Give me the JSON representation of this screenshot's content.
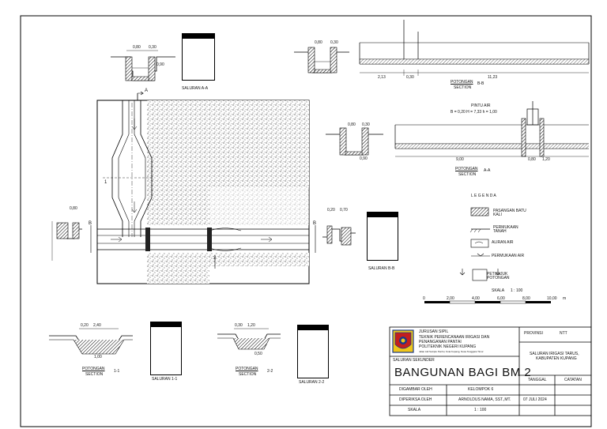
{
  "drawing": {
    "sections": {
      "a_a": {
        "label": "SALURAN A-A",
        "dims": [
          "0,80",
          "0,30",
          "0,90"
        ]
      },
      "top_right": {
        "dims": [
          "0,80",
          "0,30"
        ],
        "potongan": "POTONGAN",
        "section": "SECTION",
        "suffix": "B-B",
        "span": [
          "2,13",
          "0,30",
          "11,23"
        ]
      },
      "mid_right": {
        "pintu_air": "PINTU AIR",
        "pintu_vals": "B = 0,20   H = 7,33   h = 1,00",
        "dims": [
          "0,80",
          "0,30"
        ],
        "bottom": [
          "0,90",
          "0,80",
          "1,20"
        ],
        "span": "9,00",
        "potongan": "POTONGAN",
        "section": "SECTION",
        "suffix": "A-A"
      },
      "left": {
        "dims": [
          "0,80"
        ]
      },
      "bb": {
        "label": "SALURAN B-B",
        "dims": [
          "0,20",
          "0,70"
        ]
      },
      "one": {
        "potongan": "POTONGAN",
        "section": "SECTION",
        "suffix": "1-1",
        "dims": [
          "0,20",
          "2,40",
          "1,00"
        ],
        "label": "SALURAN 1-1"
      },
      "two": {
        "potongan": "POTONGAN",
        "section": "SECTION",
        "suffix": "2-2",
        "dims": [
          "0,30",
          "1,20",
          "0,50"
        ],
        "label": "SALURAN 2-2"
      }
    },
    "plan_labels": {
      "a": "A",
      "b": "B",
      "one": "1",
      "two": "2"
    },
    "legend": {
      "title": "L E G E N D A",
      "items": [
        "PASANGAN BATU KALI",
        "PERMUKAAN TANAH",
        "ALIRAN AIR",
        "PERMUKAAN AIR",
        "PETUNJUK POTONGAN"
      ]
    },
    "scale": {
      "label": "SKALA",
      "value": "1 : 100",
      "ticks": [
        "0",
        "2,00",
        "4,00",
        "6,00",
        "8,00",
        "10,00"
      ],
      "unit": "m"
    }
  },
  "title_block": {
    "institution": [
      "JURUSAN SIPIL",
      "TEKNIK PERENCANAAN IRIGASI DAN",
      "PENANGANAN PANTAI",
      "POLITEKNIK NEGERI KUPANG"
    ],
    "address": "Jalan Adi Sucipto Penfui, Kota Kupang, Nusa Tenggara Timur",
    "subtitle": "SALURAN SEKUNDER",
    "title": "BANGUNAN BAGI BM 2",
    "provinsi_label": "PROVINSI",
    "provinsi_value": "NTT",
    "project": [
      "SALURAN IRIGASI TARUS,",
      "KABUPATEN KUPANG"
    ],
    "tanggal_label": "TANGGAL",
    "catatan_label": "CATATAN",
    "rows": [
      {
        "label": "DIGAMBAR OLEH",
        "value": "KELOMPOK 6"
      },
      {
        "label": "DIPERIKSA OLEH",
        "value": "ARNOLDUS NAMA, SST.,MT.",
        "extra": "07 JULI 2024"
      },
      {
        "label": "SKALA",
        "value": "1 : 100"
      }
    ]
  }
}
